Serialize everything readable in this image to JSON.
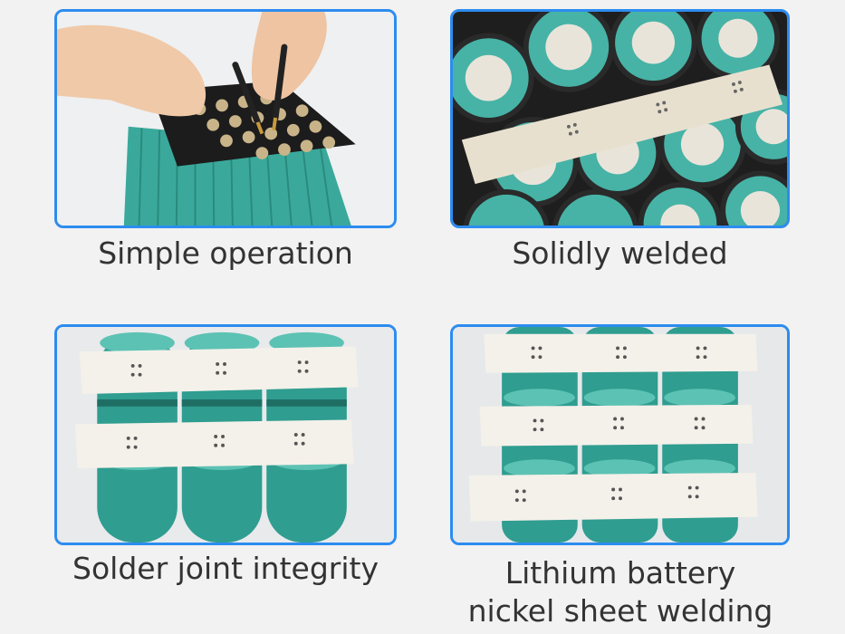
{
  "panels": [
    {
      "id": "simple-operation",
      "caption_lines": [
        "Simple operation"
      ]
    },
    {
      "id": "solidly-welded",
      "caption_lines": [
        "Solidly welded"
      ]
    },
    {
      "id": "solder-joint-integrity",
      "caption_lines": [
        "Solder joint integrity"
      ]
    },
    {
      "id": "nickel-sheet-welding",
      "caption_lines": [
        "Lithium battery",
        "nickel sheet welding"
      ]
    }
  ],
  "colors": {
    "frame": "#2d8cf0",
    "battery_teal": "#3aa99b",
    "holder_black": "#1c1c1c",
    "nickel_strip": "#f4f1ea",
    "caption_text": "#333333"
  }
}
